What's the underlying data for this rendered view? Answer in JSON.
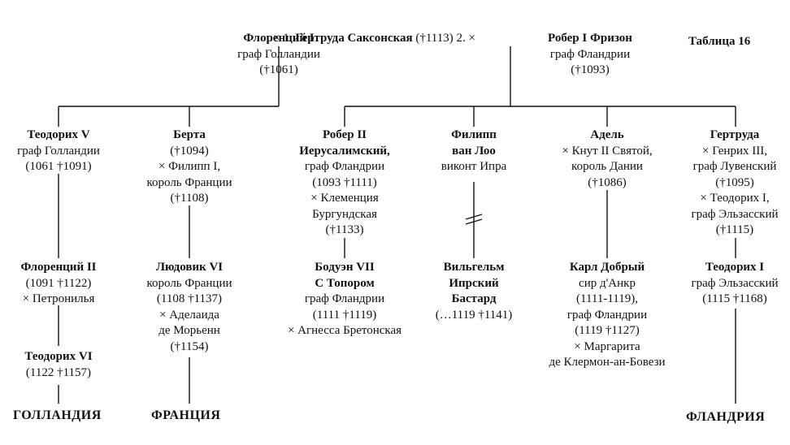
{
  "table_label": "Таблица 16",
  "root": {
    "left": {
      "name": "Флоренций I",
      "lines": [
        "граф Голландии",
        "(†1061)"
      ]
    },
    "marriage": {
      "prefix": "× 1.",
      "name": "Гертруда Саксонская",
      "date": "(†1113)",
      "suffix": "2. ×"
    },
    "right": {
      "name": "Робер I Фризон",
      "lines": [
        "граф Фландрии",
        "(†1093)"
      ]
    }
  },
  "gen2": [
    {
      "name": [
        "Теодорих V"
      ],
      "lines": [
        "граф Голландии",
        "(1061 †1091)"
      ]
    },
    {
      "name": [
        "Берта"
      ],
      "lines": [
        "(†1094)",
        "× Филипп I,",
        "король Франции",
        "(†1108)"
      ]
    },
    {
      "name": [
        "Робер II",
        "Иерусалимский,"
      ],
      "lines": [
        "граф Фландрии",
        "(1093 †1111)",
        "× Клеменция",
        "Бургундская",
        "(†1133)"
      ]
    },
    {
      "name": [
        "Филипп",
        "ван Лоо"
      ],
      "lines": [
        "виконт Ипра"
      ]
    },
    {
      "name": [
        "Адель"
      ],
      "lines": [
        "× Кнут II Святой,",
        "король Дании",
        "(†1086)"
      ]
    },
    {
      "name": [
        "Гертруда"
      ],
      "lines": [
        "× Генрих III,",
        "граф Лувенский",
        "(†1095)",
        "× Теодорих I,",
        "граф Эльзасский",
        "(†1115)"
      ]
    }
  ],
  "gen3": [
    {
      "name": [
        "Флоренций II"
      ],
      "lines": [
        "(1091 †1122)",
        "× Петронилья"
      ]
    },
    {
      "name": [
        "Людовик VI"
      ],
      "lines": [
        "король Франции",
        "(1108 †1137)",
        "× Аделаида",
        "де Морьенн",
        "(†1154)"
      ]
    },
    {
      "name": [
        "Бодуэн VII",
        "С Топором"
      ],
      "lines": [
        "граф Фландрии",
        "(1111 †1119)",
        "× Агнесса Бретонская"
      ]
    },
    {
      "name": [
        "Вильгельм",
        "Ипрский",
        "Бастард"
      ],
      "lines": [
        "(…1119 †1141)"
      ]
    },
    {
      "name": [
        "Карл Добрый"
      ],
      "lines": [
        "сир д'Анкр",
        "(1111-1119),",
        "граф Фландрии",
        "(1119 †1127)",
        "× Маргарита",
        "де Клермон-ан-Бовези"
      ]
    },
    {
      "name": [
        "Теодорих I"
      ],
      "lines": [
        "граф Эльзасский",
        "(1115 †1168)"
      ]
    }
  ],
  "gen4": [
    {
      "name": [
        "Теодорих VI"
      ],
      "lines": [
        "(1122 †1157)"
      ]
    }
  ],
  "regions": {
    "holland": "ГОЛЛАНДИЯ",
    "france": "ФРАНЦИЯ",
    "flanders": "ФЛАНДРИЯ"
  }
}
